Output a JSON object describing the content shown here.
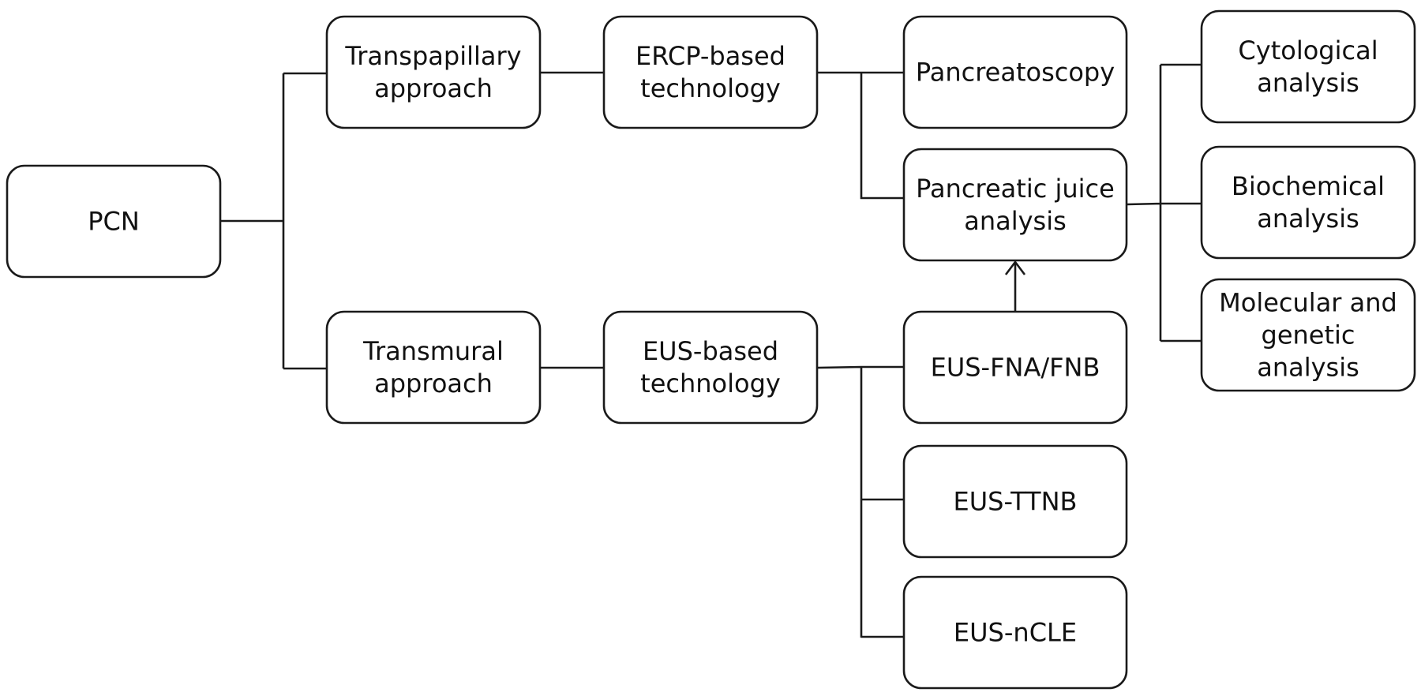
{
  "diagram": {
    "type": "flowchart",
    "nodes": [
      {
        "id": "pcn",
        "label": "PCN"
      },
      {
        "id": "transpapillary",
        "label": "Transpapillary approach"
      },
      {
        "id": "transmural",
        "label": "Transmural approach"
      },
      {
        "id": "ercp",
        "label": "ERCP-based technology"
      },
      {
        "id": "eus",
        "label": "EUS-based technology"
      },
      {
        "id": "pancreatoscopy",
        "label": "Pancreatoscopy"
      },
      {
        "id": "juice",
        "label": "Pancreatic juice analysis"
      },
      {
        "id": "fna",
        "label": "EUS-FNA/FNB"
      },
      {
        "id": "ttnb",
        "label": "EUS-TTNB"
      },
      {
        "id": "ncle",
        "label": "EUS-nCLE"
      },
      {
        "id": "cytological",
        "label": "Cytological analysis"
      },
      {
        "id": "biochemical",
        "label": "Biochemical analysis"
      },
      {
        "id": "molecular",
        "label": "Molecular and genetic analysis"
      }
    ],
    "edges": [
      {
        "from": "pcn",
        "to": "transpapillary",
        "arrow": false
      },
      {
        "from": "pcn",
        "to": "transmural",
        "arrow": false
      },
      {
        "from": "transpapillary",
        "to": "ercp",
        "arrow": false
      },
      {
        "from": "transmural",
        "to": "eus",
        "arrow": false
      },
      {
        "from": "ercp",
        "to": "pancreatoscopy",
        "arrow": false
      },
      {
        "from": "ercp",
        "to": "juice",
        "arrow": false
      },
      {
        "from": "eus",
        "to": "fna",
        "arrow": false
      },
      {
        "from": "eus",
        "to": "ttnb",
        "arrow": false
      },
      {
        "from": "eus",
        "to": "ncle",
        "arrow": false
      },
      {
        "from": "fna",
        "to": "juice",
        "arrow": true
      },
      {
        "from": "juice",
        "to": "cytological",
        "arrow": false
      },
      {
        "from": "juice",
        "to": "biochemical",
        "arrow": false
      },
      {
        "from": "juice",
        "to": "molecular",
        "arrow": false
      }
    ]
  }
}
